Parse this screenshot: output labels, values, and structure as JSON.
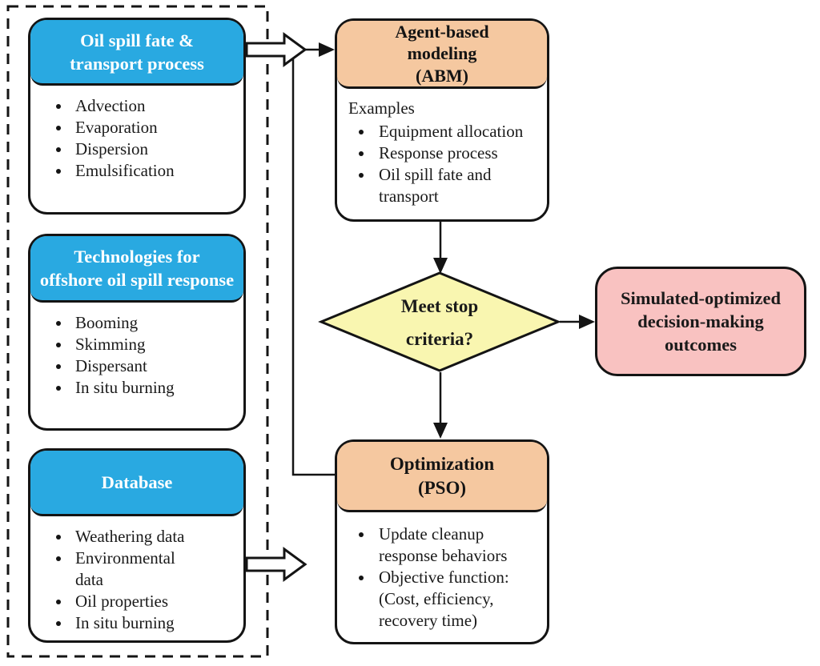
{
  "left_panel": {
    "boxes": [
      {
        "title_lines": [
          "Oil spill fate &",
          "transport process"
        ],
        "items": [
          [
            "Advection"
          ],
          [
            "Evaporation"
          ],
          [
            "Dispersion"
          ],
          [
            "Emulsification"
          ]
        ]
      },
      {
        "title_lines": [
          "Technologies for",
          "offshore oil spill response"
        ],
        "items": [
          [
            "Booming"
          ],
          [
            "Skimming"
          ],
          [
            "Dispersant"
          ],
          [
            "In situ burning"
          ]
        ]
      },
      {
        "title_lines": [
          "Database"
        ],
        "items": [
          [
            "Weathering data"
          ],
          [
            "Environmental",
            "data"
          ],
          [
            "Oil properties"
          ],
          [
            "In situ burning"
          ]
        ]
      }
    ]
  },
  "abm": {
    "title_lines": [
      "Agent-based",
      "modeling",
      "(ABM)"
    ],
    "examples_label": "Examples",
    "items": [
      [
        "Equipment allocation"
      ],
      [
        "Response process"
      ],
      [
        "Oil spill fate and",
        "transport"
      ]
    ]
  },
  "decision": {
    "lines": [
      "Meet stop",
      "criteria?"
    ]
  },
  "outcome": {
    "lines": [
      "Simulated-optimized",
      "decision-making",
      "outcomes"
    ]
  },
  "pso": {
    "title_lines": [
      "Optimization",
      "(PSO)"
    ],
    "items": [
      [
        "Update cleanup",
        "response behaviors"
      ],
      [
        "Objective function:",
        "(Cost, efficiency,",
        "recovery time)"
      ]
    ]
  },
  "colors": {
    "process_header_blue": "#29A9E1",
    "model_header_peach": "#F5C8A0",
    "decision_yellow": "#F9F6B0",
    "outcome_pink": "#F9C2C1",
    "line_black": "#141414"
  }
}
